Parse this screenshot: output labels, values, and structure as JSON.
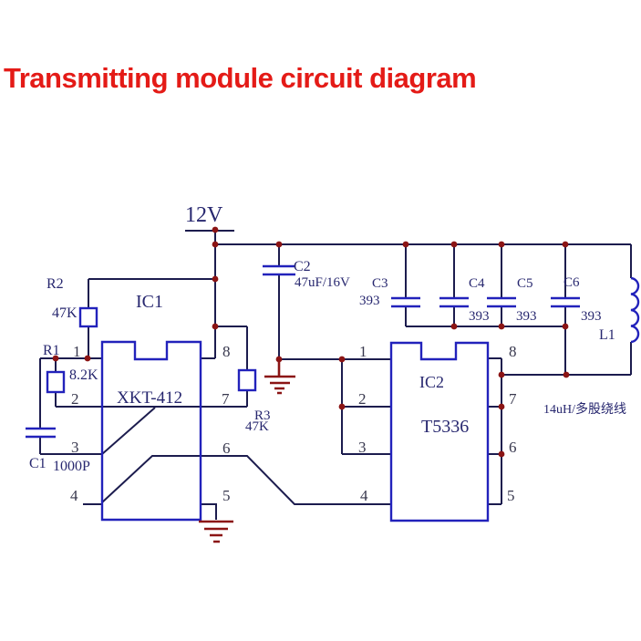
{
  "title": "Transmitting module circuit diagram",
  "power": {
    "label": "12V"
  },
  "ics": {
    "ic1": {
      "name": "IC1",
      "part": "XKT-412",
      "pins_left": [
        "1",
        "2",
        "3",
        "4"
      ],
      "pins_right": [
        "8",
        "7",
        "6",
        "5"
      ]
    },
    "ic2": {
      "name": "IC2",
      "part": "T5336",
      "pins_left": [
        "1",
        "2",
        "3",
        "4"
      ],
      "pins_right": [
        "8",
        "7",
        "6",
        "5"
      ]
    }
  },
  "components": {
    "r1": {
      "ref": "R1",
      "value": "8.2K"
    },
    "r2": {
      "ref": "R2",
      "value": "47K"
    },
    "r3": {
      "ref": "R3",
      "value": "47K"
    },
    "c1": {
      "ref": "C1",
      "value": "1000P"
    },
    "c2": {
      "ref": "C2",
      "value": "47uF/16V"
    },
    "c3": {
      "ref": "C3",
      "value": "393"
    },
    "c4": {
      "ref": "C4",
      "value": "393"
    },
    "c5": {
      "ref": "C5",
      "value": "393"
    },
    "c6": {
      "ref": "C6",
      "value": "393"
    },
    "l1": {
      "ref": "L1",
      "value": "14uH/多股绕线"
    }
  },
  "colors": {
    "title": "#e41b17",
    "wire": "#1c1c4e",
    "component": "#2222bb",
    "junction": "#8b1414",
    "ground": "#8b1414",
    "label": "#27276f"
  }
}
